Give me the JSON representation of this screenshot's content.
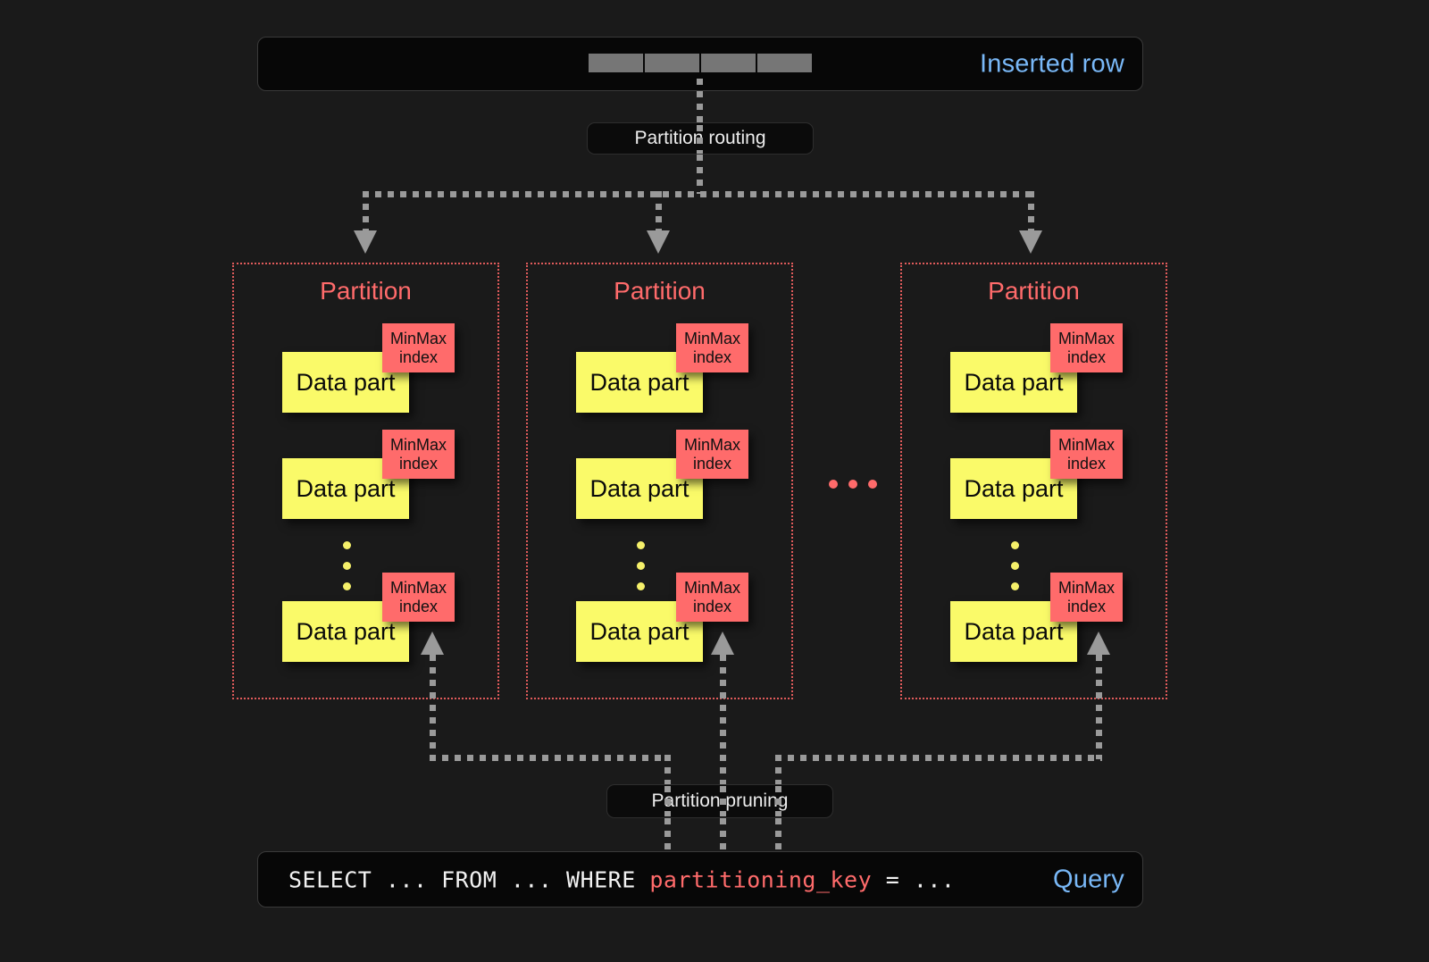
{
  "diagram": {
    "background_color": "#1a1a1a",
    "accent_red": "#ff6b6b",
    "accent_yellow": "#fafa69",
    "accent_blue": "#79b8f7",
    "connector_gray": "#9a9a9a"
  },
  "inserted_row": {
    "label": "Inserted row",
    "cells": [
      "",
      "",
      "",
      ""
    ]
  },
  "partition_routing": {
    "label": "Partition routing"
  },
  "partitions": [
    {
      "title": "Partition",
      "parts": [
        {
          "data_part_label": "Data part",
          "index_line1": "MinMax",
          "index_line2": "index"
        },
        {
          "data_part_label": "Data part",
          "index_line1": "MinMax",
          "index_line2": "index"
        },
        {
          "data_part_label": "Data part",
          "index_line1": "MinMax",
          "index_line2": "index"
        }
      ],
      "ellipsis_dots": 3
    },
    {
      "title": "Partition",
      "parts": [
        {
          "data_part_label": "Data part",
          "index_line1": "MinMax",
          "index_line2": "index"
        },
        {
          "data_part_label": "Data part",
          "index_line1": "MinMax",
          "index_line2": "index"
        },
        {
          "data_part_label": "Data part",
          "index_line1": "MinMax",
          "index_line2": "index"
        }
      ],
      "ellipsis_dots": 3
    },
    {
      "title": "Partition",
      "parts": [
        {
          "data_part_label": "Data part",
          "index_line1": "MinMax",
          "index_line2": "index"
        },
        {
          "data_part_label": "Data part",
          "index_line1": "MinMax",
          "index_line2": "index"
        },
        {
          "data_part_label": "Data part",
          "index_line1": "MinMax",
          "index_line2": "index"
        }
      ],
      "ellipsis_dots": 3
    }
  ],
  "between_partitions_ellipsis_dots": 3,
  "partition_pruning": {
    "label": "Partition pruning"
  },
  "query": {
    "label": "Query",
    "sql_prefix": "SELECT ... FROM ... WHERE ",
    "sql_highlight": "partitioning_key",
    "sql_suffix": " = ..."
  }
}
